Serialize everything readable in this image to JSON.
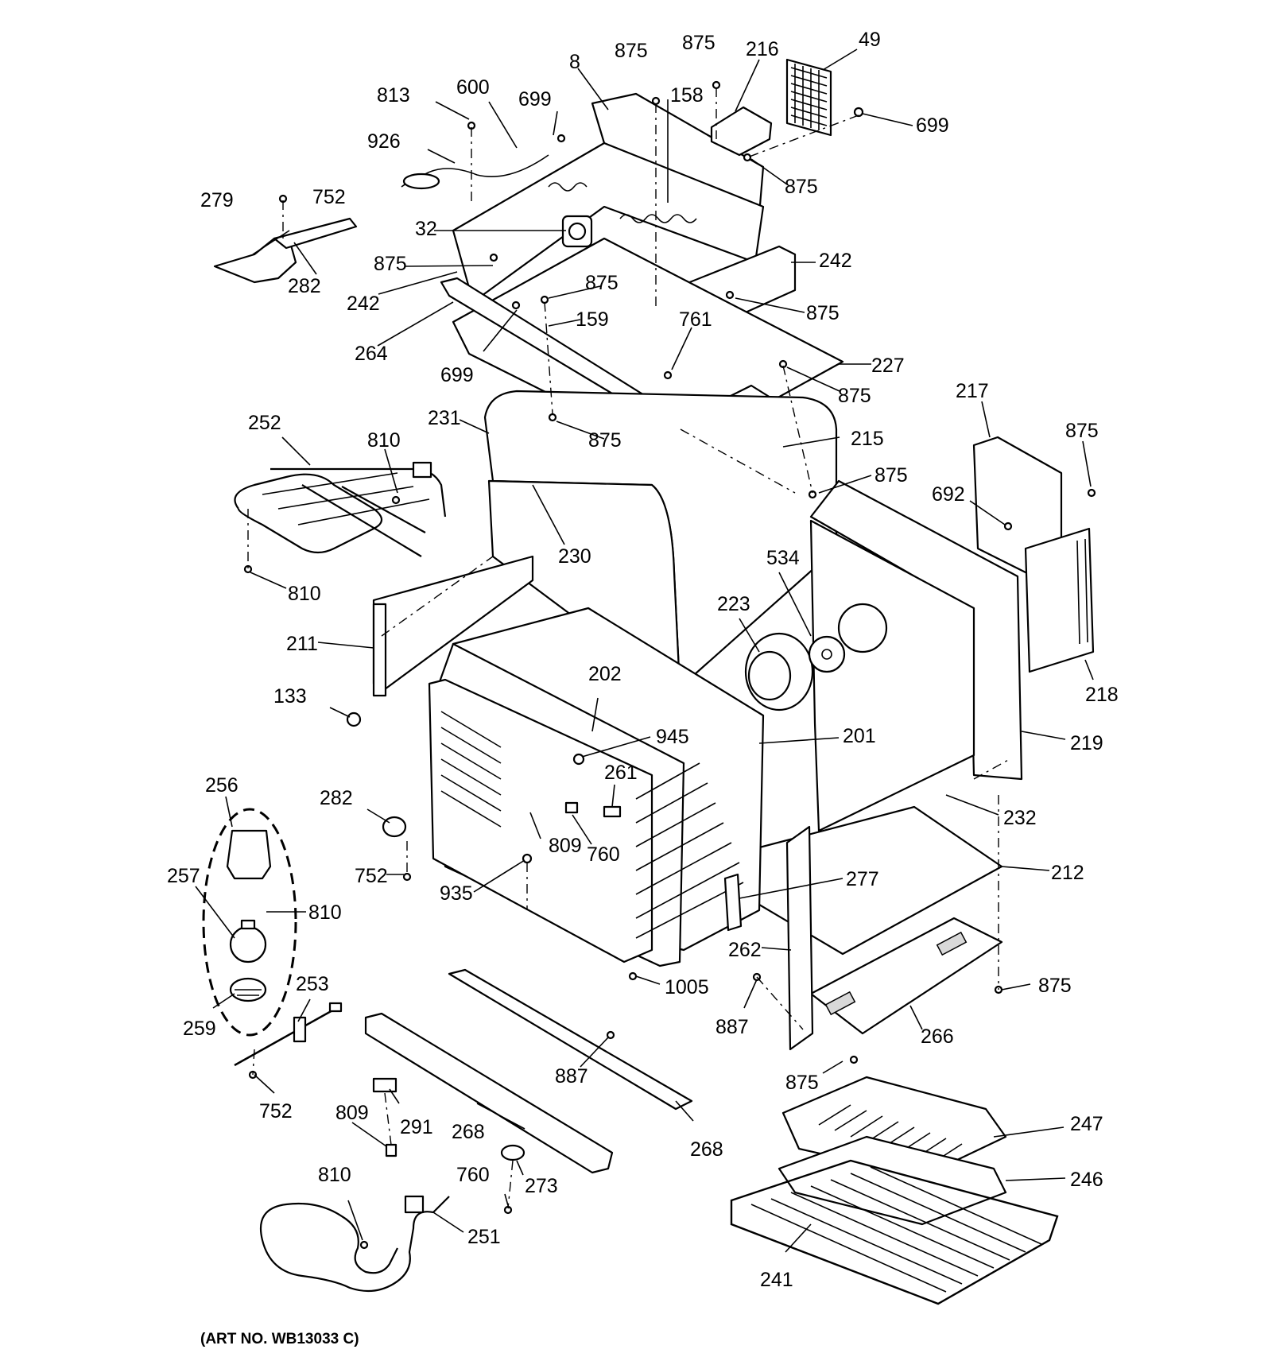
{
  "diagram": {
    "art_number": "(ART NO. WB13033 C)",
    "labels": {
      "l8": "8",
      "l49": "49",
      "l216": "216",
      "l875a": "875",
      "l875b": "875",
      "l158": "158",
      "l699a": "699",
      "l699b": "699",
      "l600": "600",
      "l813": "813",
      "l926": "926",
      "l279": "279",
      "l752a": "752",
      "l282a": "282",
      "l32": "32",
      "l875c": "875",
      "l242a": "242",
      "l242b": "242",
      "l264": "264",
      "l875d": "875",
      "l159": "159",
      "l699c": "699",
      "l875e": "875",
      "l761": "761",
      "l875f": "875",
      "l227": "227",
      "l875g": "875",
      "l231": "231",
      "l875h": "875",
      "l252": "252",
      "l810a": "810",
      "l215": "215",
      "l875i": "875",
      "l217": "217",
      "l875j": "875",
      "l692": "692",
      "l230": "230",
      "l810b": "810",
      "l534": "534",
      "l223": "223",
      "l211": "211",
      "l218": "218",
      "l202": "202",
      "l133": "133",
      "l945": "945",
      "l201": "201",
      "l219": "219",
      "l256": "256",
      "l261": "261",
      "l282b": "282",
      "l232": "232",
      "l809a": "809",
      "l760a": "760",
      "l212": "212",
      "l257": "257",
      "l752b": "752",
      "l935": "935",
      "l277": "277",
      "l810c": "810",
      "l262": "262",
      "l1005": "1005",
      "l875k": "875",
      "l887a": "887",
      "l253": "253",
      "l259": "259",
      "l266": "266",
      "l887b": "887",
      "l875l": "875",
      "l752c": "752",
      "l809b": "809",
      "l291": "291",
      "l268a": "268",
      "l268b": "268",
      "l247": "247",
      "l810d": "810",
      "l760b": "760",
      "l273": "273",
      "l246": "246",
      "l251": "251",
      "l241": "241"
    }
  }
}
